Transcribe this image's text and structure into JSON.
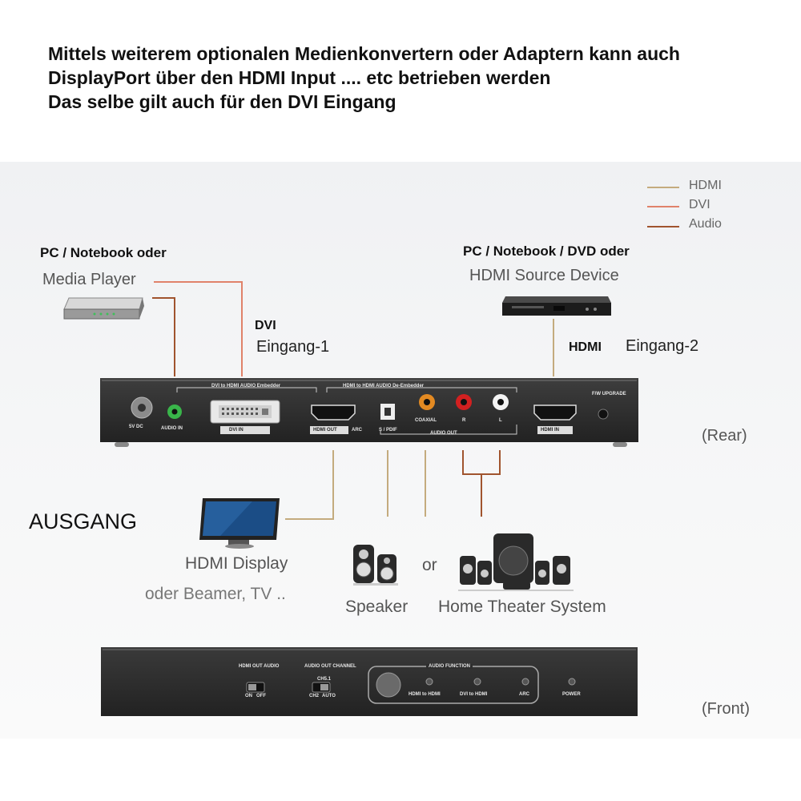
{
  "header": {
    "line1": "Mittels weiterem optionalen Medienkonvertern oder Adaptern kann auch",
    "line2": "DisplayPort über den HDMI Input .... etc betrieben werden",
    "line3": "Das selbe gilt auch für den DVI Eingang"
  },
  "legend": {
    "items": [
      {
        "label": "HDMI",
        "color": "#c4ab7e"
      },
      {
        "label": "DVI",
        "color": "#e0826a"
      },
      {
        "label": "Audio",
        "color": "#a0542e"
      }
    ]
  },
  "sources": {
    "left_title": "PC / Notebook oder",
    "left_sub": "Media Player",
    "right_title": "PC / Notebook / DVD oder",
    "right_sub": "HDMI Source Device",
    "dvi_label": "DVI",
    "dvi_input": "Eingang-1",
    "hdmi_label": "HDMI",
    "hdmi_input": "Eingang-2"
  },
  "rear_panel": {
    "caption": "(Rear)",
    "dc_label": "5V DC",
    "audio_in": "AUDIO IN",
    "dvi_in": "DVI IN",
    "dvi_group": "DVI to HDMI AUDIO Embedder",
    "hdmi_group": "HDMI to HDMI AUDIO De-Embedder",
    "hdmi_out": "HDMI OUT",
    "arc": "ARC",
    "spdif": "S / PDIF",
    "coaxial": "COAXIAL",
    "r": "R",
    "l": "L",
    "audio_out": "AUDIO OUT",
    "hdmi_in": "HDMI IN",
    "fw_upgrade": "F/W UPGRADE"
  },
  "outputs": {
    "ausgang": "AUSGANG",
    "display": "HDMI Display",
    "display_sub": "oder Beamer, TV ..",
    "speaker": "Speaker",
    "or": "or",
    "home_theater": "Home Theater System"
  },
  "front_panel": {
    "caption": "(Front)",
    "hdmi_out_audio": "HDMI OUT AUDIO",
    "on": "ON",
    "off": "OFF",
    "audio_out_channel": "AUDIO OUT CHANNEL",
    "ch_label": "CH5.1",
    "ch2": "CH2",
    "auto": "AUTO",
    "audio_function": "AUDIO FUNCTION",
    "hdmi_to_hdmi": "HDMI to HDMI",
    "dvi_to_hdmi": "DVI to HDMI",
    "arc": "ARC",
    "power": "POWER"
  }
}
